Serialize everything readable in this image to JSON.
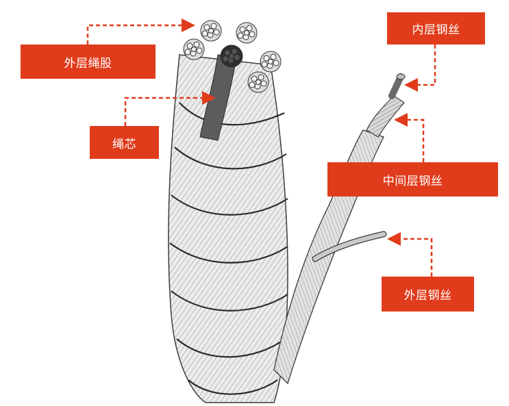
{
  "labels": {
    "outer_strand": "外层绳股",
    "core": "绳芯",
    "inner_wire": "内层钢丝",
    "middle_wire": "中间层钢丝",
    "outer_wire": "外层钢丝"
  },
  "colors": {
    "callout_bg": "#e03c1c",
    "callout_text": "#ffffff",
    "arrow": "#e03c1c",
    "wire_fill": "#e6e6e6",
    "wire_stroke": "#3a3a3a",
    "core_fill": "#555555"
  }
}
